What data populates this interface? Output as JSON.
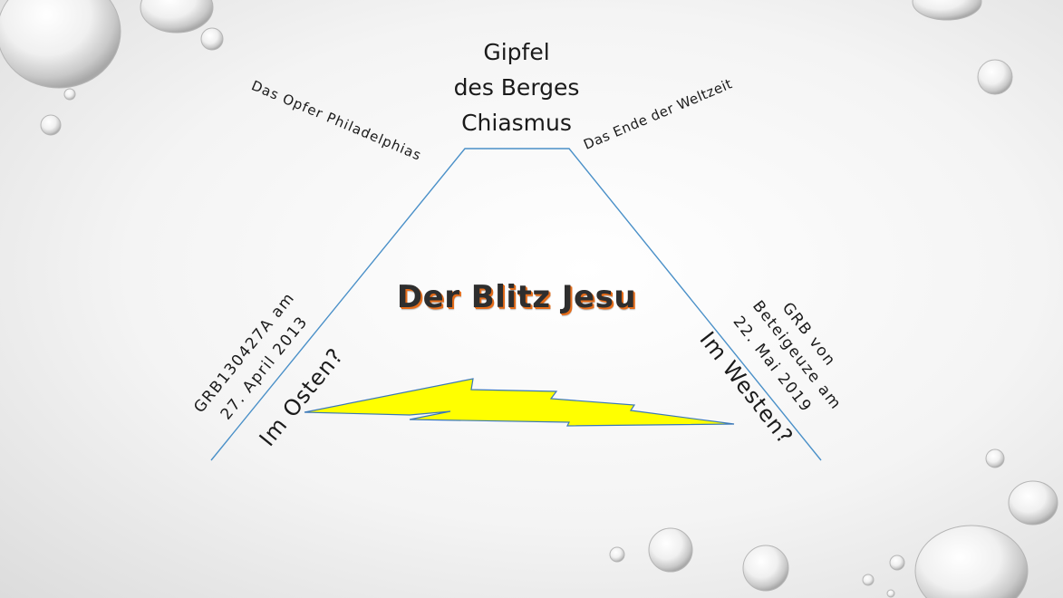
{
  "slide": {
    "summit_lines": [
      "Gipfel",
      "des Berges",
      "Chiasmus"
    ],
    "left_slope_top": "Das Opfer Philadelphias",
    "right_slope_top": "Das Ende der Weltzeit",
    "center_title": "Der Blitz Jesu",
    "left_lower": {
      "line1": "GRB130427A am",
      "line2": "27. April 2013",
      "question": "Im Osten?"
    },
    "right_lower": {
      "line1": "GRB von",
      "line2": "Beteigeuze am",
      "line3": "22. Mai 2019",
      "question": "Im Westen?"
    }
  },
  "colors": {
    "mountain_line": "#4a90c8",
    "lightning_fill": "#ffff00",
    "lightning_stroke": "#3a78b8",
    "title_shadow": "#e46c1a"
  },
  "icons": [
    "lightning-bolt-icon",
    "water-droplet-icon"
  ]
}
